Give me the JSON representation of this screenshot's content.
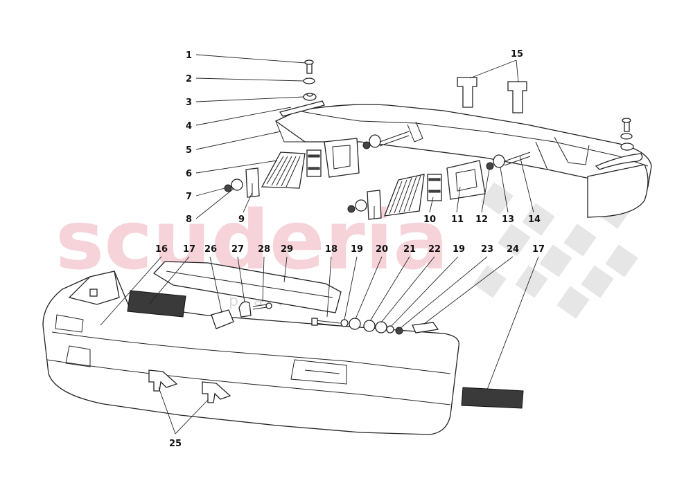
{
  "watermark": {
    "brand": "scuderia",
    "sub": "parts",
    "brand_color": "#f2c4cc",
    "checker_color": "#e4e4e4"
  },
  "callouts": [
    "1",
    "2",
    "3",
    "4",
    "5",
    "6",
    "7",
    "8",
    "9",
    "10",
    "11",
    "12",
    "13",
    "14",
    "15",
    "16",
    "17",
    "26",
    "27",
    "28",
    "29",
    "18",
    "19",
    "20",
    "21",
    "22",
    "19",
    "23",
    "24",
    "17",
    "25"
  ]
}
